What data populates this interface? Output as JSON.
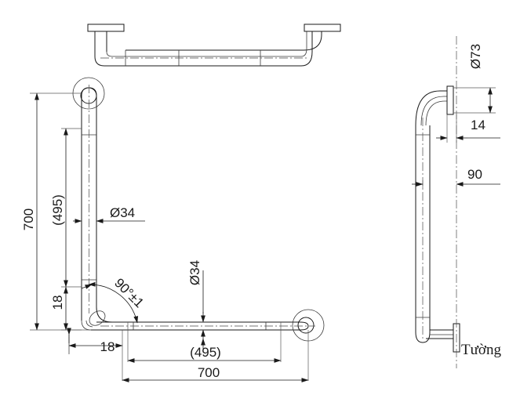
{
  "drawing": {
    "title": "L-shaped grab bar technical drawing",
    "background_color": "#ffffff",
    "line_color": "#1a1a1a",
    "views": {
      "top_view": {
        "name": "top-view",
        "label": ""
      },
      "front_view": {
        "name": "front-l-view",
        "label": ""
      },
      "side_view": {
        "name": "side-view",
        "label": ""
      }
    },
    "annotations": {
      "wall_label": "Tường"
    },
    "dimensions": {
      "vertical_overall": "700",
      "vertical_inner": "(495)",
      "vertical_offset": "18",
      "tube_diameter_vertical": "Ø34",
      "tube_diameter_horizontal": "Ø34",
      "corner_angle": "90°±1",
      "horizontal_offset": "18",
      "horizontal_inner": "(495)",
      "horizontal_overall": "700",
      "flange_diameter": "Ø73",
      "flange_thickness": "14",
      "wall_standoff": "90"
    }
  }
}
